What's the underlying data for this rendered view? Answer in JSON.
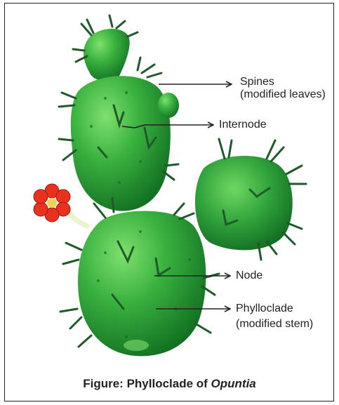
{
  "labels": {
    "spines_line1": "Spines",
    "spines_line2": "(modified leaves)",
    "internode": "Internode",
    "node": "Node",
    "phylloclade_line1": "Phylloclade",
    "phylloclade_line2": "(modified stem)"
  },
  "caption": {
    "prefix": "Figure: Phylloclade of ",
    "genus": "Opuntia"
  },
  "colors": {
    "pad_light": "#5fd35a",
    "pad_mid": "#2fa53a",
    "pad_dark": "#136b22",
    "spine": "#1f5a2a",
    "flower": "#e8321f",
    "arrow": "#222222"
  }
}
